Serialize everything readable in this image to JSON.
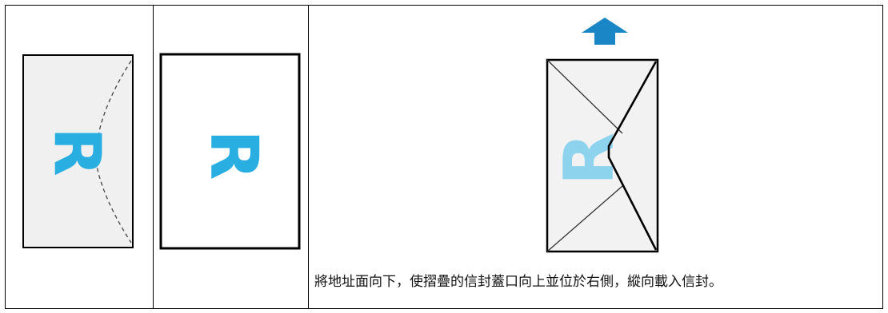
{
  "figures": {
    "envelope_back_letter": "R",
    "paper_front_letter": "R",
    "envelope_loaded_letter": "R",
    "arrow_icon": "up-arrow-icon"
  },
  "colors": {
    "letter": "#28aee0",
    "letter_faded": "#8ed3ee",
    "arrow": "#1a86c5",
    "envelope_fill": "#f0f0f0",
    "paper_fill": "#ffffff",
    "border": "#000000"
  },
  "instruction": {
    "text": "將地址面向下，使摺疊的信封蓋口向上並位於右側，縱向載入信封。"
  }
}
